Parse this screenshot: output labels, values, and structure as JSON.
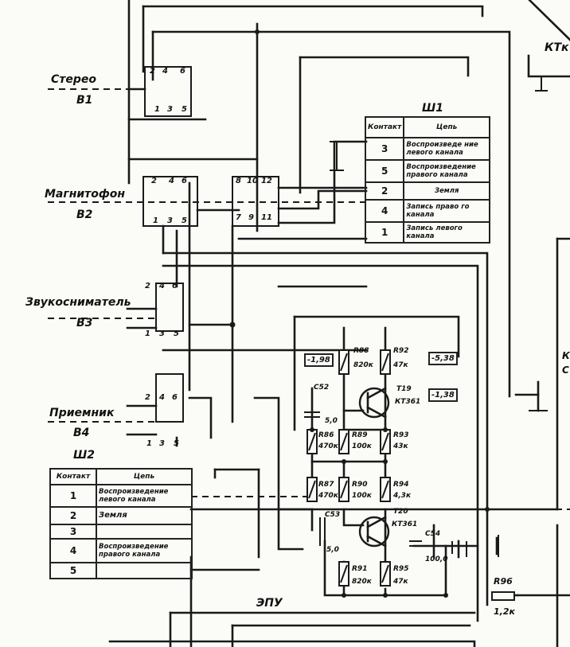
{
  "inputs": [
    {
      "name": "Стерео",
      "ref": "B1"
    },
    {
      "name": "Магнитофон",
      "ref": "B2"
    },
    {
      "name": "Звукосниматель",
      "ref": "B3"
    },
    {
      "name": "Приемник",
      "ref": "B4"
    }
  ],
  "connector_sh1": {
    "title": "Ш1",
    "headers": [
      "Контакт",
      "Цепь"
    ],
    "rows": [
      {
        "contact": "3",
        "circuit": "Воспроизведе ние левого канала"
      },
      {
        "contact": "5",
        "circuit": "Воспроизведение правого канала"
      },
      {
        "contact": "2",
        "circuit": "Земля"
      },
      {
        "contact": "4",
        "circuit": "Запись право го канала"
      },
      {
        "contact": "1",
        "circuit": "Запись левого канала"
      }
    ]
  },
  "connector_sh2": {
    "title": "Ш2",
    "headers": [
      "Контакт",
      "Цепь"
    ],
    "rows": [
      {
        "contact": "1",
        "circuit": "Воспроизведение левого канала"
      },
      {
        "contact": "2",
        "circuit": "Земля"
      },
      {
        "contact": "3",
        "circuit": ""
      },
      {
        "contact": "4",
        "circuit": "Воспроизведение правого канала"
      },
      {
        "contact": "5",
        "circuit": ""
      }
    ]
  },
  "components": {
    "r88": {
      "ref": "R88",
      "value": "820к"
    },
    "r92": {
      "ref": "R92",
      "value": "47к"
    },
    "r86": {
      "ref": "R86",
      "value": "470к"
    },
    "r89": {
      "ref": "R89",
      "value": "100к"
    },
    "r93": {
      "ref": "R93",
      "value": "43к"
    },
    "r87": {
      "ref": "R87",
      "value": "470к"
    },
    "r90": {
      "ref": "R90",
      "value": "100к"
    },
    "r94": {
      "ref": "R94",
      "value": "4,3к"
    },
    "r91": {
      "ref": "R91",
      "value": "820к"
    },
    "r95": {
      "ref": "R95",
      "value": "47к"
    },
    "r96": {
      "ref": "R96",
      "value": "1,2к"
    },
    "c52": {
      "ref": "C52",
      "value": "5,0"
    },
    "c53": {
      "ref": "C53",
      "value": "5,0"
    },
    "c54": {
      "ref": "C54",
      "value": "100,0"
    },
    "t19": {
      "ref": "T19",
      "type": "КТ361"
    },
    "t20": {
      "ref": "T20",
      "type": "КТ361"
    }
  },
  "voltages": {
    "v1": "-1,98",
    "v2": "-5,38",
    "v3": "-1,38"
  },
  "labels": {
    "epu": "ЭПУ",
    "ktk": "КТк",
    "edge_k": "К",
    "edge_c": "С"
  },
  "switch_pins": {
    "top": [
      "2",
      "4",
      "6"
    ],
    "bottom": [
      "1",
      "3",
      "5"
    ],
    "extra_top": [
      "8",
      "10",
      "12"
    ],
    "extra_bottom": [
      "7",
      "9",
      "11"
    ]
  }
}
